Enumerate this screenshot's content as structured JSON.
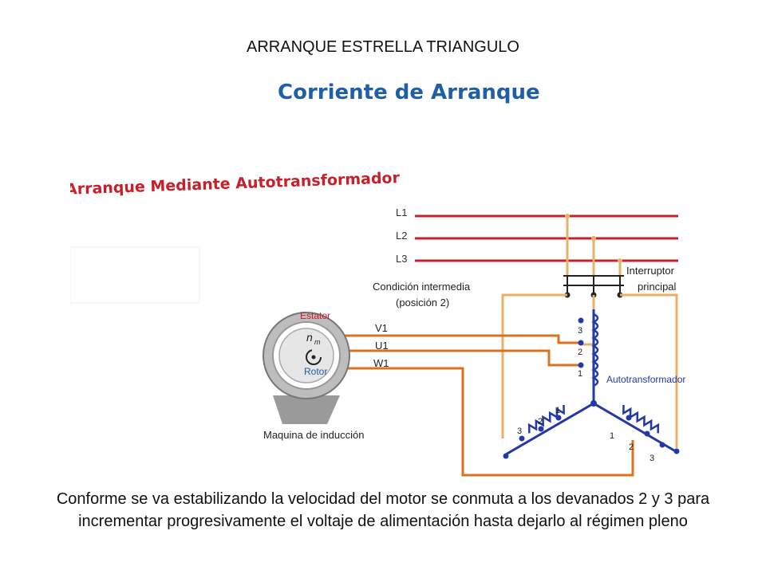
{
  "slide": {
    "title": "ARRANQUE ESTRELLA TRIANGULO",
    "caption": "Conforme se va estabilizando la velocidad del motor se conmuta  a los devanados 2 y 3  para  incrementar progresivamente el voltaje de alimentación hasta dejarlo al régimen pleno"
  },
  "diagram": {
    "heading": "Corriente de Arranque",
    "subheading": "Arranque Mediante Autotransformador",
    "lines": [
      "L1",
      "L2",
      "L3"
    ],
    "switch_label": [
      "Interruptor",
      "principal"
    ],
    "state_label": [
      "Condición intermedia",
      "(posición 2)"
    ],
    "motor_terminals": [
      "V1",
      "U1",
      "W1"
    ],
    "stator_label": "Estator",
    "rotor_label": "Rotor",
    "speed_symbol": "n",
    "speed_subscript": "m",
    "machine_label": "Maquina de inducción",
    "autotransformer_label": "Autotransformador",
    "tap_numbers": {
      "top": [
        "3",
        "2",
        "1"
      ],
      "left": [
        "3",
        "2",
        "1"
      ],
      "right": [
        "1",
        "2",
        "3"
      ]
    },
    "colors": {
      "heading": "#1f5fa8",
      "subheading": "#c8202a",
      "line_red": "#c8202a",
      "wire_orange": "#d9731f",
      "wire_tan": "#e8b068",
      "winding_blue": "#2438a8",
      "motor_gray": "#9a9a9a"
    }
  }
}
